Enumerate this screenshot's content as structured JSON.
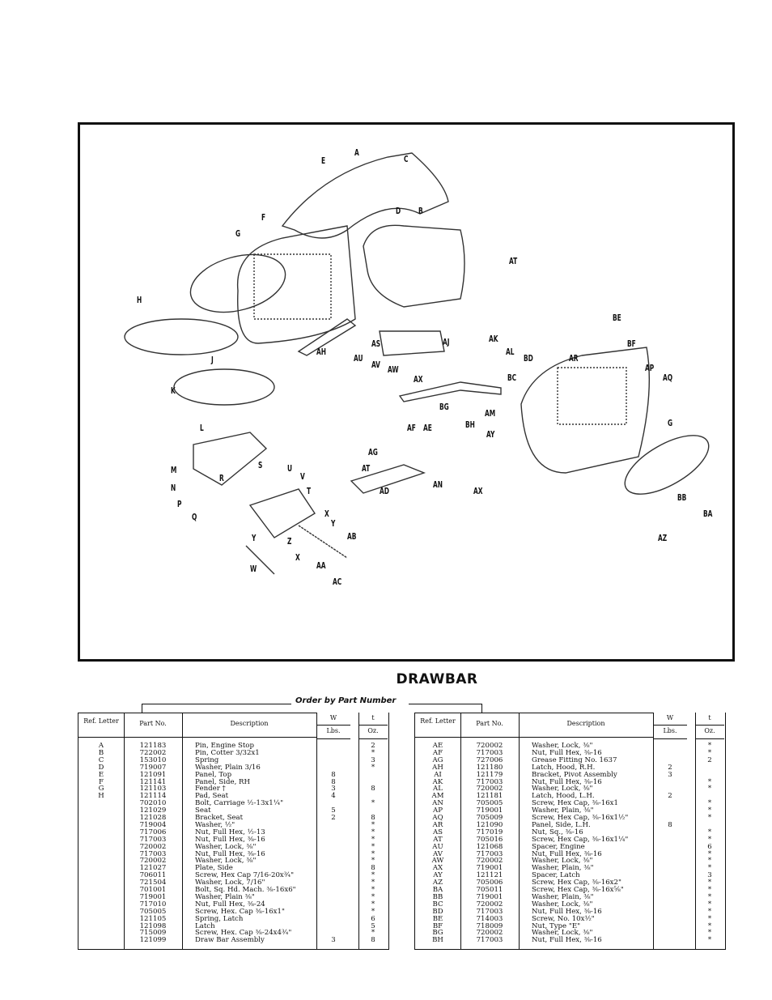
{
  "figure": {
    "callouts": [
      "A",
      "C",
      "E",
      "B",
      "D",
      "F",
      "G",
      "AT",
      "H",
      "BE",
      "BF",
      "AH",
      "AS",
      "AJ",
      "AK",
      "AL",
      "BD",
      "AR",
      "AP",
      "AQ",
      "AU",
      "AV",
      "AW",
      "AX",
      "BC",
      "J",
      "K",
      "BG",
      "AM",
      "BH",
      "AF",
      "AE",
      "AY",
      "G",
      "L",
      "AG",
      "S",
      "U",
      "M",
      "AT",
      "V",
      "R",
      "N",
      "T",
      "AD",
      "AN",
      "AX",
      "BB",
      "BA",
      "P",
      "Q",
      "X",
      "Y",
      "Y",
      "Z",
      "AB",
      "AZ",
      "X",
      "AA",
      "W",
      "AC"
    ]
  },
  "section_title": "DRAWBAR",
  "order_note": "Order by Part Number",
  "table_headers": {
    "ref": "Ref. Letter",
    "part": "Part No.",
    "description": "Description",
    "weight_left": "W",
    "weight_right": "t",
    "lbs": "Lbs.",
    "oz": "Oz."
  },
  "left_table": [
    [
      "A",
      "121183",
      "Pin, Engine Stop",
      "",
      "2"
    ],
    [
      "B",
      "722002",
      "Pin, Cotter 3/32x1",
      "",
      "*"
    ],
    [
      "C",
      "153010",
      "Spring",
      "",
      "3"
    ],
    [
      "D",
      "719007",
      "Washer, Plain 3/16",
      "",
      "*"
    ],
    [
      "E",
      "121091",
      "Panel, Top",
      "8",
      ""
    ],
    [
      "F",
      "121141",
      "Panel, Side, RH",
      "8",
      ""
    ],
    [
      "G",
      "121103",
      "Fender †",
      "3",
      "8"
    ],
    [
      "H",
      "121114",
      "Pad, Seat",
      "4",
      ""
    ],
    [
      "",
      "702010",
      "Bolt, Carriage ½-13x1¼\"",
      "",
      "*"
    ],
    [
      "",
      "121029",
      "Seat",
      "5",
      ""
    ],
    [
      "",
      "121028",
      "Bracket, Seat",
      "2",
      "8"
    ],
    [
      "",
      "719004",
      "Washer, ½\"",
      "",
      "*"
    ],
    [
      "",
      "717006",
      "Nut, Full Hex, ½-13",
      "",
      "*"
    ],
    [
      "",
      "717003",
      "Nut, Full Hex, ⅜-16",
      "",
      "*"
    ],
    [
      "",
      "720002",
      "Washer, Lock, ⅜\"",
      "",
      "*"
    ],
    [
      "",
      "717003",
      "Nut, Full Hex, ⅜-16",
      "",
      "*"
    ],
    [
      "",
      "720002",
      "Washer, Lock, ⅜\"",
      "",
      "*"
    ],
    [
      "",
      "121027",
      "Plate, Side",
      "",
      "8"
    ],
    [
      "",
      "706011",
      "Screw, Hex Cap 7/16-20x¾\"",
      "",
      "*"
    ],
    [
      "",
      "721504",
      "Washer, Lock, 7/16\"",
      "",
      "*"
    ],
    [
      "",
      "701001",
      "Bolt, Sq. Hd. Mach. ⅜-16x6\"",
      "",
      "*"
    ],
    [
      "",
      "719001",
      "Washer, Plain ⅜\"",
      "",
      "*"
    ],
    [
      "",
      "717010",
      "Nut, Full Hex, ⅜-24",
      "",
      "*"
    ],
    [
      "",
      "705005",
      "Screw, Hex. Cap ⅜-16x1\"",
      "",
      "*"
    ],
    [
      "",
      "121105",
      "Spring, Latch",
      "",
      "6"
    ],
    [
      "",
      "121098",
      "Latch",
      "",
      "5"
    ],
    [
      "",
      "715009",
      "Screw, Hex. Cap ⅜-24x4¾\"",
      "",
      "*"
    ],
    [
      "",
      "121099",
      "Draw Bar Assembly",
      "3",
      "8"
    ]
  ],
  "right_table": [
    [
      "AE",
      "720002",
      "Washer, Lock, ⅜\"",
      "",
      "*"
    ],
    [
      "AF",
      "717003",
      "Nut, Full Hex, ⅜-16",
      "",
      "*"
    ],
    [
      "AG",
      "727006",
      "Grease Fitting No. 1637",
      "",
      "2"
    ],
    [
      "AH",
      "121180",
      "Latch, Hood, R.H.",
      "2",
      ""
    ],
    [
      "AI",
      "121179",
      "Bracket, Pivot Assembly",
      "3",
      ""
    ],
    [
      "AK",
      "717003",
      "Nut, Full Hex, ⅜-16",
      "",
      "*"
    ],
    [
      "AL",
      "720002",
      "Washer, Lock, ⅜\"",
      "",
      "*"
    ],
    [
      "AM",
      "121181",
      "Latch, Hood, L.H.",
      "2",
      ""
    ],
    [
      "AN",
      "705005",
      "Screw, Hex Cap, ⅜-16x1",
      "",
      "*"
    ],
    [
      "AP",
      "719001",
      "Washer, Plain, ⅜\"",
      "",
      "*"
    ],
    [
      "AQ",
      "705009",
      "Screw, Hex Cap, ⅜-16x1½\"",
      "",
      "*"
    ],
    [
      "AR",
      "121090",
      "Panel, Side, L.H.",
      "8",
      ""
    ],
    [
      "AS",
      "717019",
      "Nut, Sq., ⅜-16",
      "",
      "*"
    ],
    [
      "AT",
      "705016",
      "Screw, Hex Cap, ⅜-16x1¼\"",
      "",
      "*"
    ],
    [
      "AU",
      "121068",
      "Spacer, Engine",
      "",
      "6"
    ],
    [
      "AV",
      "717003",
      "Nut, Full Hex, ⅜-16",
      "",
      "*"
    ],
    [
      "AW",
      "720002",
      "Washer, Lock, ⅜\"",
      "",
      "*"
    ],
    [
      "AX",
      "719001",
      "Washer, Plain, ⅜\"",
      "",
      "*"
    ],
    [
      "AY",
      "121121",
      "Spacer, Latch",
      "",
      "3"
    ],
    [
      "AZ",
      "705006",
      "Screw, Hex Cap, ⅜-16x2\"",
      "",
      "*"
    ],
    [
      "BA",
      "705011",
      "Screw, Hex Cap, ⅜-16x⅝\"",
      "",
      "*"
    ],
    [
      "BB",
      "719001",
      "Washer, Plain, ⅜\"",
      "",
      "*"
    ],
    [
      "BC",
      "720002",
      "Washer, Lock, ⅜\"",
      "",
      "*"
    ],
    [
      "BD",
      "717003",
      "Nut, Full Hex, ⅜-16",
      "",
      "*"
    ],
    [
      "BE",
      "714003",
      "Screw, No. 10x½\"",
      "",
      "*"
    ],
    [
      "BF",
      "718009",
      "Nut, Type \"E\"",
      "",
      "*"
    ],
    [
      "BG",
      "720002",
      "Washer, Lock, ⅜\"",
      "",
      "*"
    ],
    [
      "BH",
      "717003",
      "Nut, Full Hex, ⅜-16",
      "",
      "*"
    ]
  ]
}
